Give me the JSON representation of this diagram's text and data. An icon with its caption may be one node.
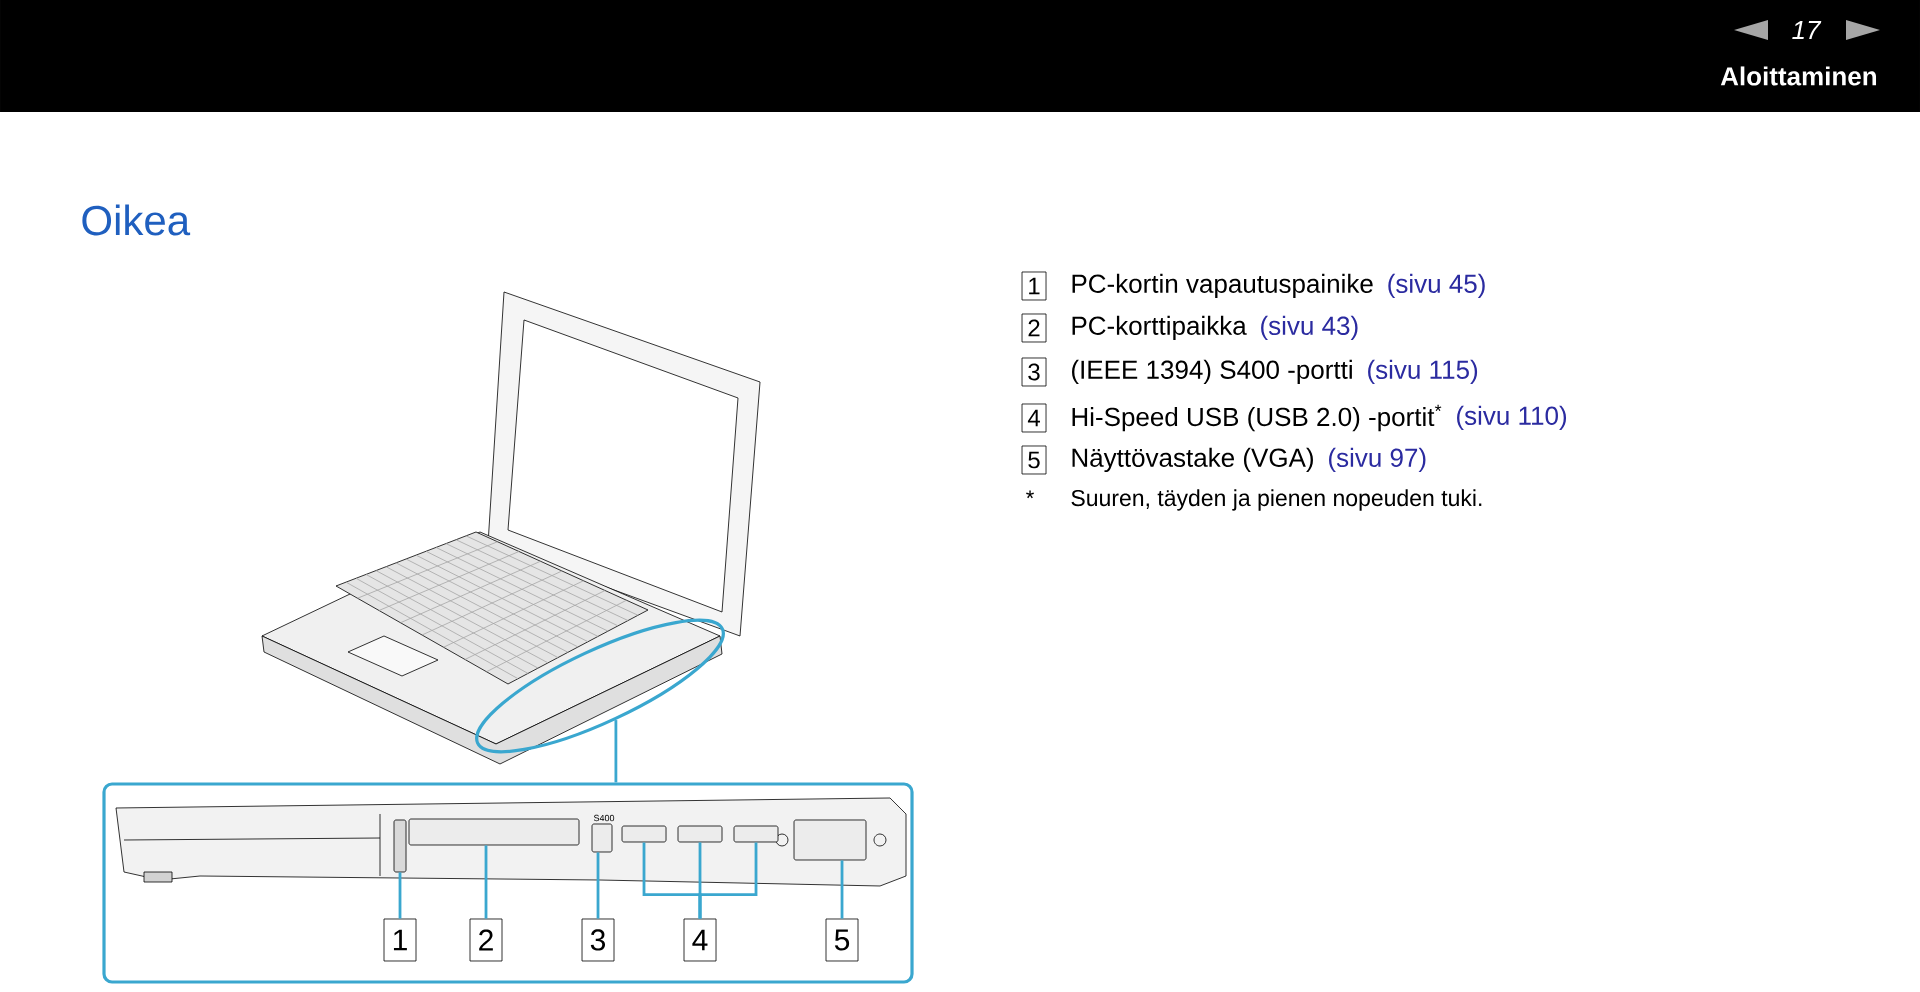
{
  "diagram": {
    "title": "Oikea",
    "nodes": [
      {
        "text": [],
        "shape": "picture"
      },
      {
        "text": [],
        "shape": "ellipse",
        "in": 0
      },
      {
        "text": [],
        "shape": "picture"
      },
      {
        "text": [],
        "shape": "bar",
        "in": 2
      },
      {
        "text": [],
        "shape": "box",
        "in": 2
      },
      {
        "text": [],
        "shape": "box",
        "in": 2
      },
      {
        "text": [],
        "shape": "box",
        "in": 2
      },
      {
        "text": [],
        "shape": "box",
        "in": 2
      },
      {
        "text": [],
        "shape": "box",
        "in": 2
      },
      {
        "text": [],
        "shape": "box",
        "in": 2
      },
      {
        "text": [
          "1"
        ],
        "in": 2
      },
      {
        "text": [
          "2"
        ],
        "in": 2
      },
      {
        "text": [
          "3"
        ],
        "in": 2
      },
      {
        "text": [
          "4"
        ],
        "in": 2
      },
      {
        "text": [
          "5"
        ],
        "in": 2
      }
    ],
    "edges": [
      {
        "from": 1,
        "to": 2,
        "arrow": "none"
      },
      {
        "from": 10,
        "to": 3,
        "arrow": "none"
      },
      {
        "from": 11,
        "to": 4,
        "arrow": "none"
      },
      {
        "from": 12,
        "to": 5,
        "arrow": "none"
      },
      {
        "from": 13,
        "to": 6,
        "arrow": "none"
      },
      {
        "from": 13,
        "to": 7,
        "arrow": "none"
      },
      {
        "from": 13,
        "to": 8,
        "arrow": "none"
      },
      {
        "from": 14,
        "to": 9,
        "arrow": "none"
      }
    ],
    "labels": [
      "17",
      "Aloittaminen",
      "1",
      "PC-kortin vapautuspainike",
      "(sivu 45)",
      "2",
      "PC-korttipaikka",
      "(sivu 43)",
      "3",
      "(IEEE 1394) S400 -portti",
      "(sivu 115)",
      "4",
      "Hi-Speed USB (USB 2.0) -portit$^{*}$",
      "(sivu 110)",
      "5",
      "Näyttövastake (VGA)",
      "(sivu 97)",
      "*",
      "Suuren, täyden ja pienen nopeuden tuki.",
      "S400"
    ]
  }
}
